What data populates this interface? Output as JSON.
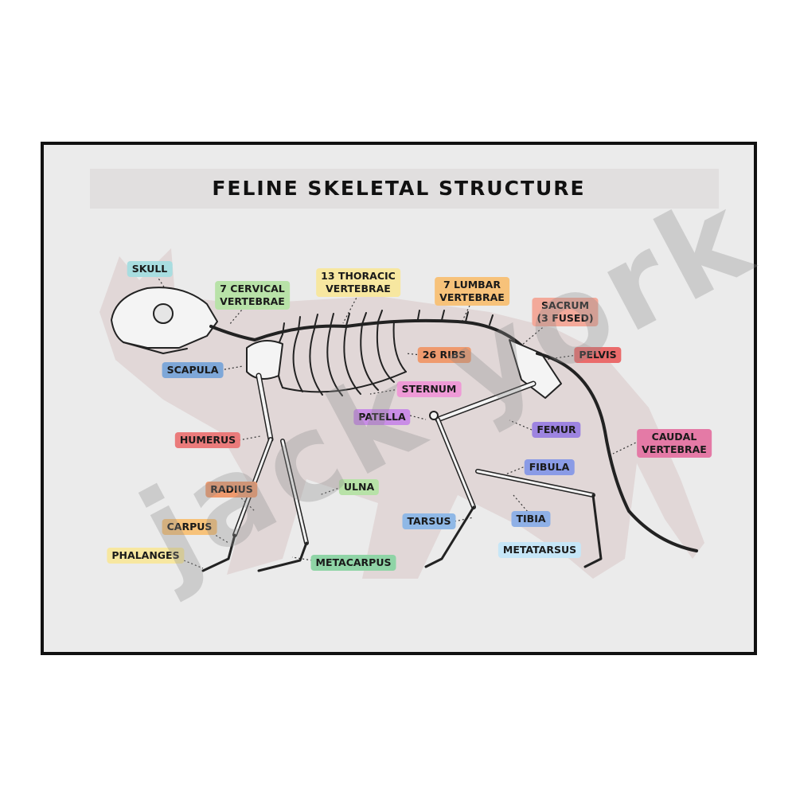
{
  "title": "FELINE SKELETAL STRUCTURE",
  "watermark": "jack york",
  "labels": [
    {
      "id": "skull",
      "lines": [
        "SKULL"
      ],
      "color": "#a8dde0"
    },
    {
      "id": "cervical",
      "lines": [
        "7 CERVICAL",
        "VERTEBRAE"
      ],
      "color": "#b8e2a8"
    },
    {
      "id": "thoracic",
      "lines": [
        "13 THORACIC",
        "VERTEBRAE"
      ],
      "color": "#f7e7a0"
    },
    {
      "id": "lumbar",
      "lines": [
        "7 LUMBAR",
        "VERTEBRAE"
      ],
      "color": "#f7c27a"
    },
    {
      "id": "sacrum",
      "lines": [
        "SACRUM",
        "(3 FUSED)"
      ],
      "color": "#f3a99a"
    },
    {
      "id": "ribs",
      "lines": [
        "26 RIBS"
      ],
      "color": "#ef9a6e"
    },
    {
      "id": "pelvis",
      "lines": [
        "PELVIS"
      ],
      "color": "#ea6b6b"
    },
    {
      "id": "scapula",
      "lines": [
        "SCAPULA"
      ],
      "color": "#7ea7d8"
    },
    {
      "id": "sternum",
      "lines": [
        "STERNUM"
      ],
      "color": "#ee9ad6"
    },
    {
      "id": "patella",
      "lines": [
        "PATELLA"
      ],
      "color": "#c98de6"
    },
    {
      "id": "femur",
      "lines": [
        "FEMUR"
      ],
      "color": "#9d84e0"
    },
    {
      "id": "caudal",
      "lines": [
        "CAUDAL",
        "VERTEBRAE"
      ],
      "color": "#e47aa6"
    },
    {
      "id": "humerus",
      "lines": [
        "HUMERUS"
      ],
      "color": "#ea7b7b"
    },
    {
      "id": "fibula",
      "lines": [
        "FIBULA"
      ],
      "color": "#8a9be6"
    },
    {
      "id": "radius",
      "lines": [
        "RADIUS"
      ],
      "color": "#ef9a6e"
    },
    {
      "id": "ulna",
      "lines": [
        "ULNA"
      ],
      "color": "#b8e2a8"
    },
    {
      "id": "tarsus",
      "lines": [
        "TARSUS"
      ],
      "color": "#8fb8e6"
    },
    {
      "id": "tibia",
      "lines": [
        "TIBIA"
      ],
      "color": "#8fb0e6"
    },
    {
      "id": "carpus",
      "lines": [
        "CARPUS"
      ],
      "color": "#f7c27a"
    },
    {
      "id": "phalanges",
      "lines": [
        "PHALANGES"
      ],
      "color": "#f7e7a0"
    },
    {
      "id": "metacarpus",
      "lines": [
        "METACARPUS"
      ],
      "color": "#8fd4a6"
    },
    {
      "id": "metatarsus",
      "lines": [
        "METATARSUS"
      ],
      "color": "#c6e6f7"
    }
  ]
}
